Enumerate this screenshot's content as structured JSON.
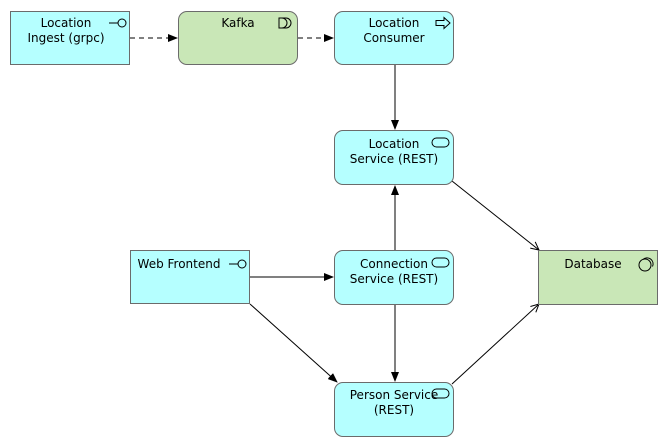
{
  "nodes": {
    "location_ingest": {
      "label": "Location\nIngest (grpc)",
      "icon": "application-interface-icon"
    },
    "kafka": {
      "label": "Kafka",
      "icon": "system-software-icon"
    },
    "location_consumer": {
      "label": "Location\nConsumer",
      "icon": "application-process-icon"
    },
    "location_service": {
      "label": "Location\nService (REST)",
      "icon": "application-service-icon"
    },
    "web_frontend": {
      "label": "Web Frontend",
      "icon": "application-interface-icon"
    },
    "connection_service": {
      "label": "Connection\nService (REST)",
      "icon": "application-service-icon"
    },
    "person_service": {
      "label": "Person Service\n(REST)",
      "icon": "application-service-icon"
    },
    "database": {
      "label": "Database",
      "icon": "database-system-software-icon"
    }
  },
  "colors": {
    "application": "#b5ffff",
    "technology": "#c9e7b7",
    "border": "#6b6b6b",
    "edge": "#000000"
  }
}
